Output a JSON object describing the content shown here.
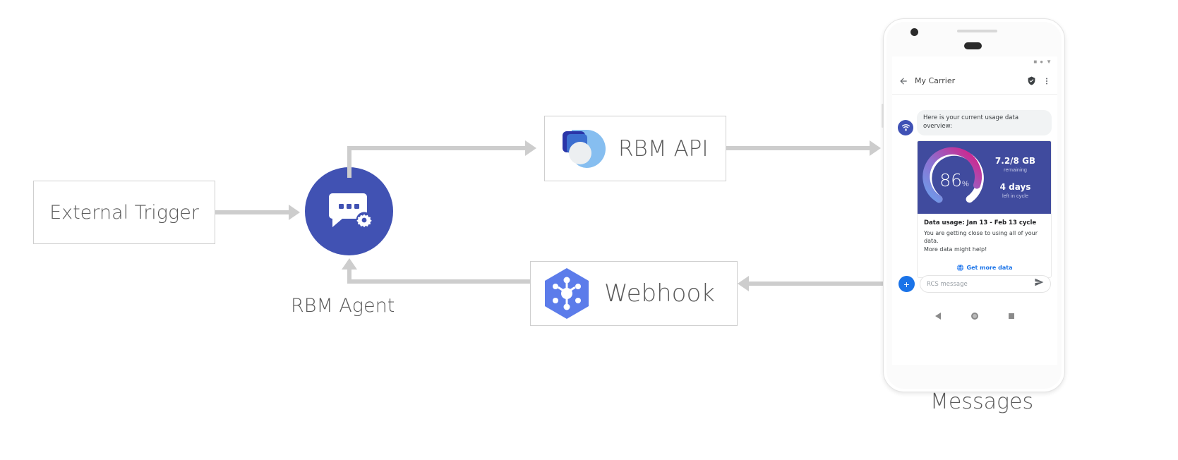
{
  "diagram": {
    "nodes": {
      "external_trigger": {
        "label": "External Trigger"
      },
      "rbm_agent": {
        "label": "RBM Agent",
        "icon": "chat-gear-icon"
      },
      "rbm_api": {
        "label": "RBM API",
        "icon": "rbm-api-droplet-icon"
      },
      "webhook": {
        "label": "Webhook",
        "icon": "cloud-functions-hexagon-icon"
      },
      "messages": {
        "label": "Messages"
      }
    },
    "colors": {
      "agent_blue": "#4152b3",
      "connector_gray": "#cdcdcd",
      "node_border": "#cfcfcf",
      "card_hero": "#404b9e",
      "link_blue": "#1a73e8",
      "gauge_pink": "#d81b83",
      "gauge_blue": "#6d9eeb"
    }
  },
  "phone": {
    "status_bar": {
      "icons": [
        "signal-icon",
        "wifi-icon",
        "battery-icon"
      ]
    },
    "app_bar": {
      "back_icon": "arrow-left-icon",
      "title": "My Carrier",
      "verified_icon": "verified-shield-icon",
      "overflow_icon": "more-vert-icon"
    },
    "conversation": {
      "avatar_icon": "rcs-agent-icon",
      "message": "Here is your current usage data overview:"
    },
    "rich_card": {
      "gauge": {
        "value": "86",
        "unit": "%",
        "percent": 86
      },
      "stats": [
        {
          "value": "7.2/8 GB",
          "caption": "remaining"
        },
        {
          "value": "4 days",
          "caption": "left in cycle"
        }
      ],
      "title": "Data usage: Jan 13 - Feb 13 cycle",
      "body_line_1": "You are getting close to using all of your data.",
      "body_line_2": "More data might help!",
      "action": {
        "icon": "globe-icon",
        "label": "Get more data"
      }
    },
    "composer": {
      "plus_icon": "plus-icon",
      "placeholder": "RCS message",
      "send_icon": "send-icon"
    },
    "nav_bar": {
      "back_icon": "nav-back-icon",
      "home_icon": "nav-home-icon",
      "recents_icon": "nav-recents-icon"
    }
  }
}
